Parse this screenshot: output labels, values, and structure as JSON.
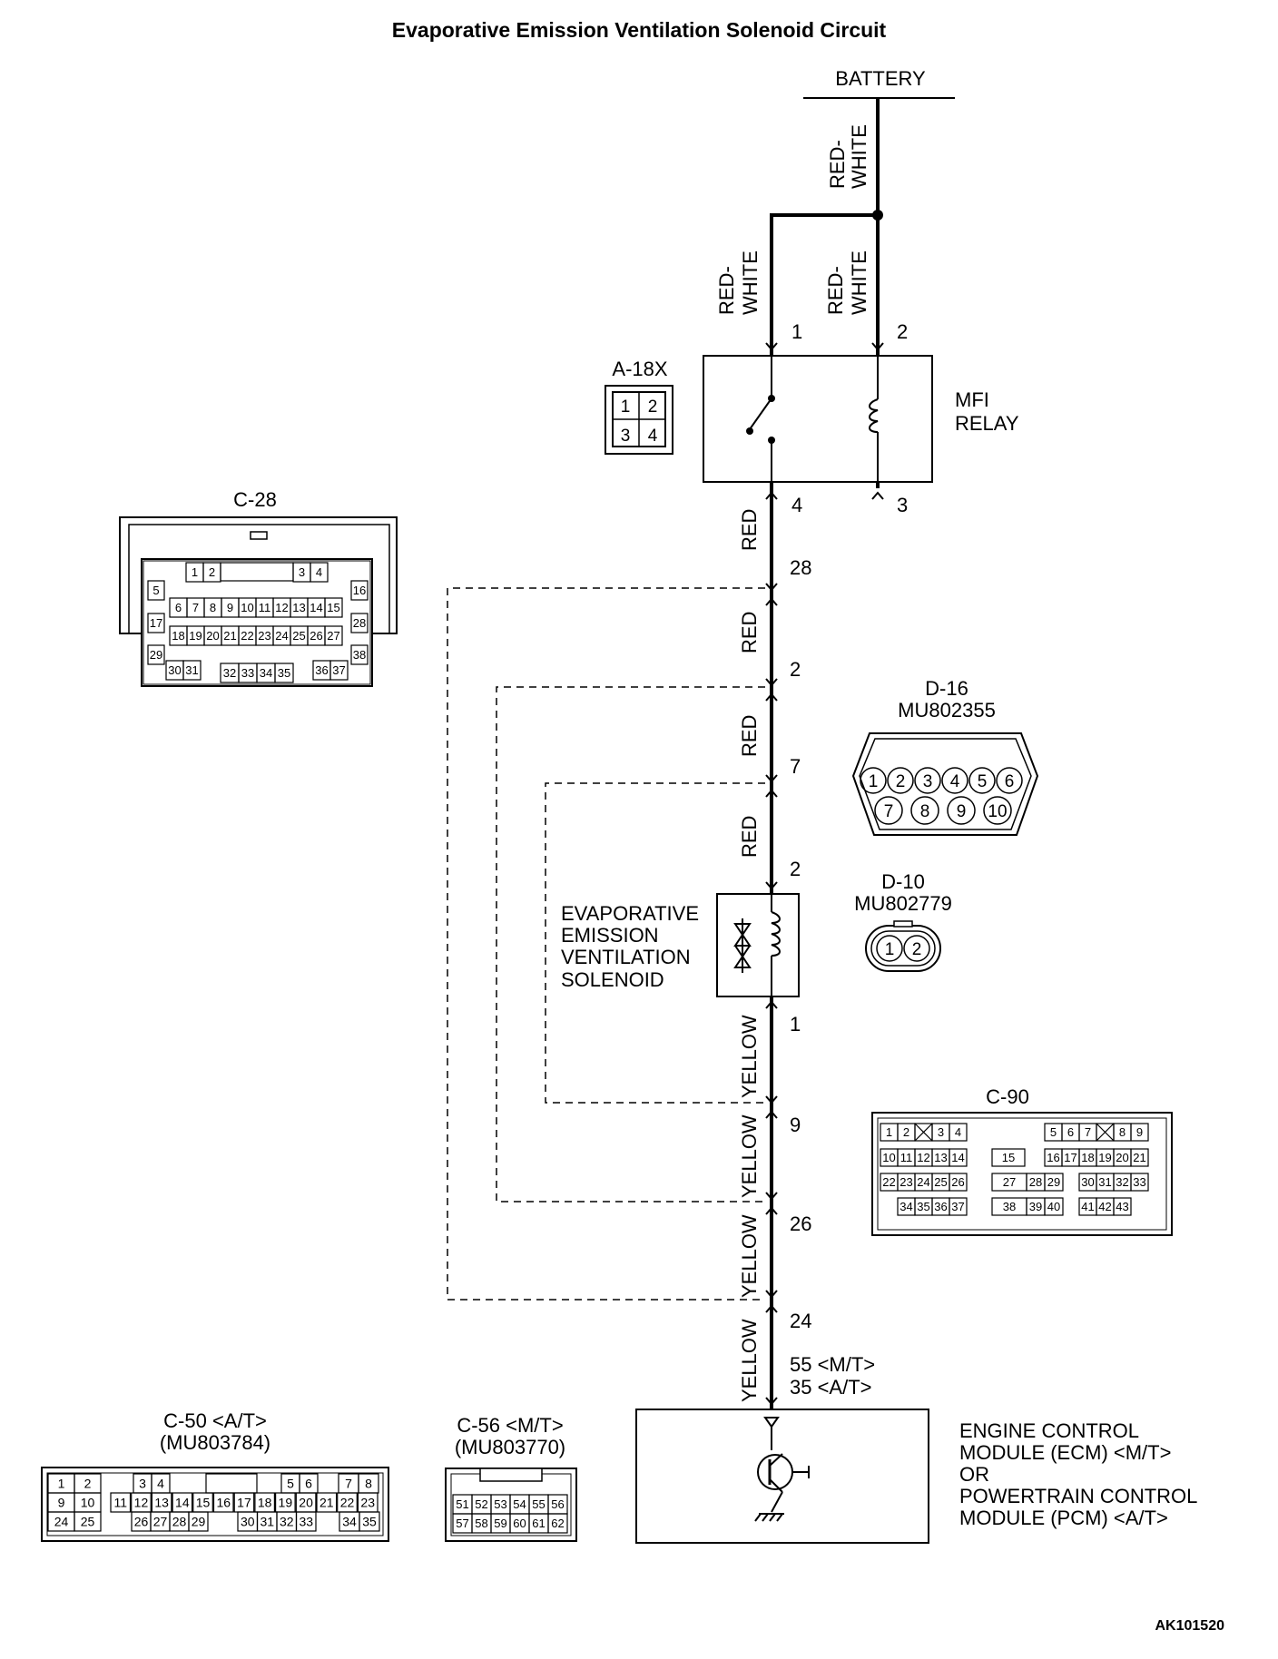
{
  "title": "Evaporative Emission Ventilation Solenoid Circuit",
  "source_label": "BATTERY",
  "figure_code": "AK101520",
  "wires": {
    "w_batt": [
      "RED-",
      "WHITE"
    ],
    "w_left": [
      "RED-",
      "WHITE"
    ],
    "w_right": [
      "RED-",
      "WHITE"
    ],
    "w_red1": "RED",
    "w_red2": "RED",
    "w_red3": "RED",
    "w_red4": "RED",
    "w_yel1": "YELLOW",
    "w_yel2": "YELLOW",
    "w_yel3": "YELLOW",
    "w_yel4": "YELLOW"
  },
  "pins": {
    "relay_1": "1",
    "relay_2": "2",
    "relay_4": "4",
    "relay_3": "3",
    "p28": "28",
    "p2a": "2",
    "p7": "7",
    "p2b": "2",
    "p1": "1",
    "p9": "9",
    "p26": "26",
    "p24": "24",
    "p55": "55 <M/T>",
    "p35": "35 <A/T>"
  },
  "components": {
    "relay": [
      "MFI",
      "RELAY"
    ],
    "solenoid": [
      "EVAPORATIVE",
      "EMISSION",
      "VENTILATION",
      "SOLENOID"
    ],
    "ecm": [
      "ENGINE CONTROL",
      "MODULE (ECM) <M/T>",
      "OR",
      "POWERTRAIN CONTROL",
      "MODULE (PCM) <A/T>"
    ]
  },
  "connectors": {
    "a18x": {
      "name": "A-18X",
      "pins": [
        "1",
        "2",
        "3",
        "4"
      ]
    },
    "c28": {
      "name": "C-28",
      "pins": [
        "1",
        "2",
        "3",
        "4",
        "5",
        "6",
        "7",
        "8",
        "9",
        "10",
        "11",
        "12",
        "13",
        "14",
        "15",
        "16",
        "17",
        "18",
        "19",
        "20",
        "21",
        "22",
        "23",
        "24",
        "25",
        "26",
        "27",
        "28",
        "29",
        "30",
        "31",
        "32",
        "33",
        "34",
        "35",
        "36",
        "37",
        "38"
      ]
    },
    "d16": {
      "name": "D-16",
      "part": "MU802355",
      "pins": [
        "1",
        "2",
        "3",
        "4",
        "5",
        "6",
        "7",
        "8",
        "9",
        "10"
      ]
    },
    "d10": {
      "name": "D-10",
      "part": "MU802779",
      "pins": [
        "1",
        "2"
      ]
    },
    "c90": {
      "name": "C-90",
      "pins": [
        "1",
        "2",
        "3",
        "4",
        "5",
        "6",
        "7",
        "8",
        "9",
        "10",
        "11",
        "12",
        "13",
        "14",
        "15",
        "16",
        "17",
        "18",
        "19",
        "20",
        "21",
        "22",
        "23",
        "24",
        "25",
        "26",
        "27",
        "28",
        "29",
        "30",
        "31",
        "32",
        "33",
        "34",
        "35",
        "36",
        "37",
        "38",
        "39",
        "40",
        "41",
        "42",
        "43"
      ]
    },
    "c50": {
      "name": "C-50 <A/T>",
      "part": "(MU803784)",
      "pins": [
        "1",
        "2",
        "3",
        "4",
        "5",
        "6",
        "7",
        "8",
        "9",
        "10",
        "11",
        "12",
        "13",
        "14",
        "15",
        "16",
        "17",
        "18",
        "19",
        "20",
        "21",
        "22",
        "23",
        "24",
        "25",
        "26",
        "27",
        "28",
        "29",
        "30",
        "31",
        "32",
        "33",
        "34",
        "35"
      ]
    },
    "c56": {
      "name": "C-56 <M/T>",
      "part": "(MU803770)",
      "pins": [
        "51",
        "52",
        "53",
        "54",
        "55",
        "56",
        "57",
        "58",
        "59",
        "60",
        "61",
        "62"
      ]
    }
  }
}
